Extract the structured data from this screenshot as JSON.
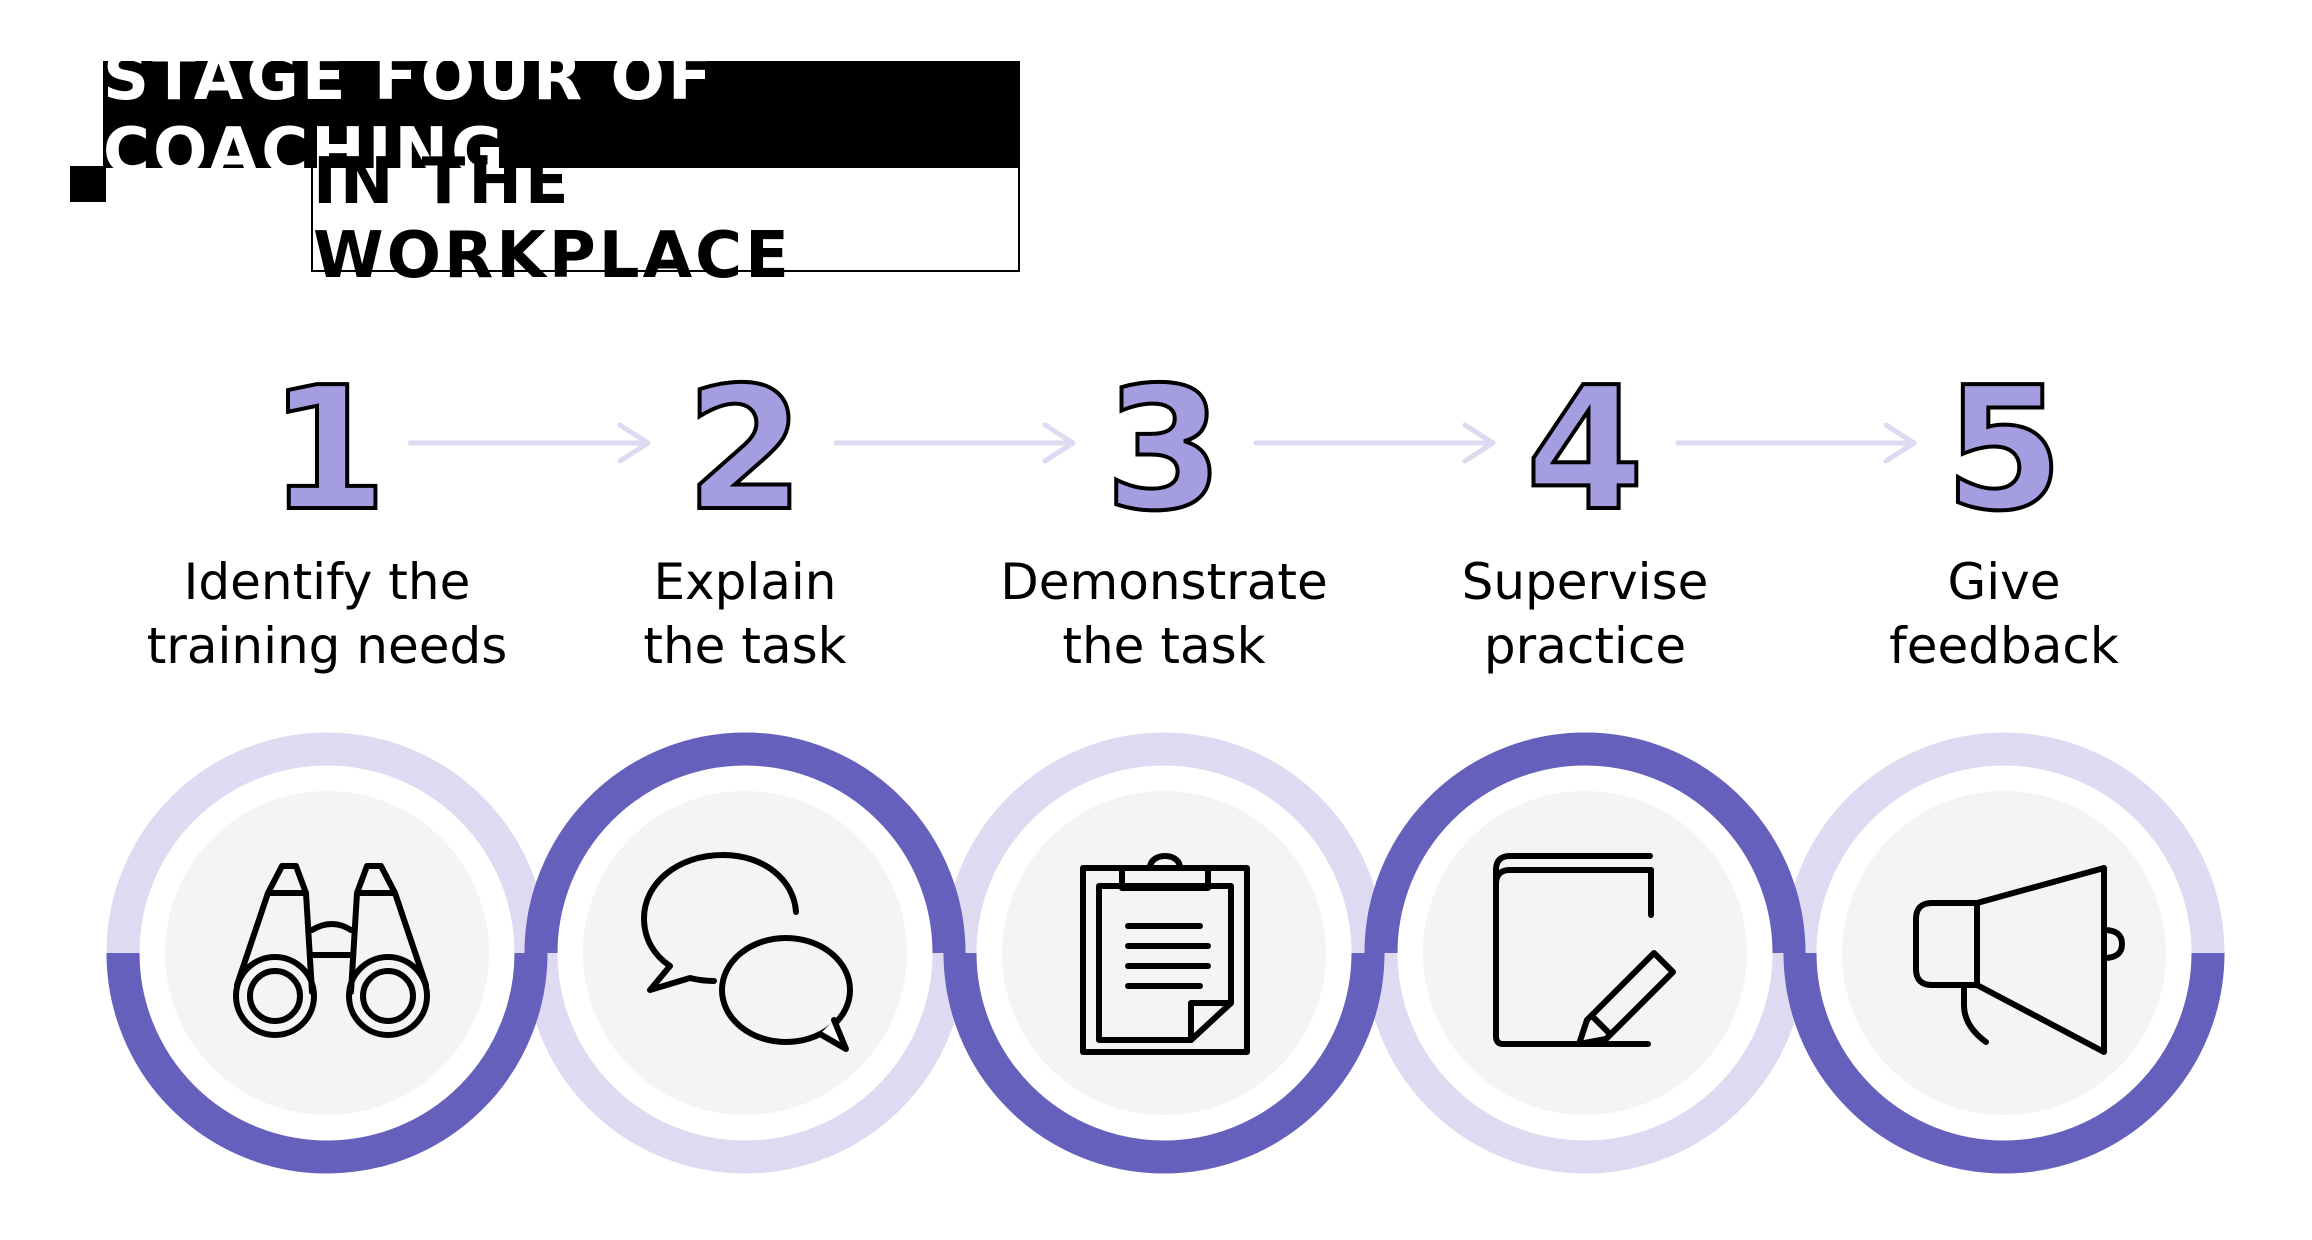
{
  "title": {
    "line1": "STAGE FOUR OF COACHING",
    "line2": "IN THE WORKPLACE"
  },
  "colors": {
    "accent": "#a49de0",
    "ring_dark": "#6560bb",
    "ring_light": "#dddaf2",
    "disc": "#f4f4f4",
    "arrow": "#dddaf2"
  },
  "steps": [
    {
      "number": "1",
      "line1": "Identify the",
      "line2": "training needs",
      "icon": "binoculars-icon"
    },
    {
      "number": "2",
      "line1": "Explain",
      "line2": "the task",
      "icon": "chat-bubbles-icon"
    },
    {
      "number": "3",
      "line1": "Demonstrate",
      "line2": "the task",
      "icon": "clipboard-icon"
    },
    {
      "number": "4",
      "line1": "Supervise",
      "line2": "practice",
      "icon": "notebook-pencil-icon"
    },
    {
      "number": "5",
      "line1": "Give",
      "line2": "feedback",
      "icon": "megaphone-icon"
    }
  ]
}
